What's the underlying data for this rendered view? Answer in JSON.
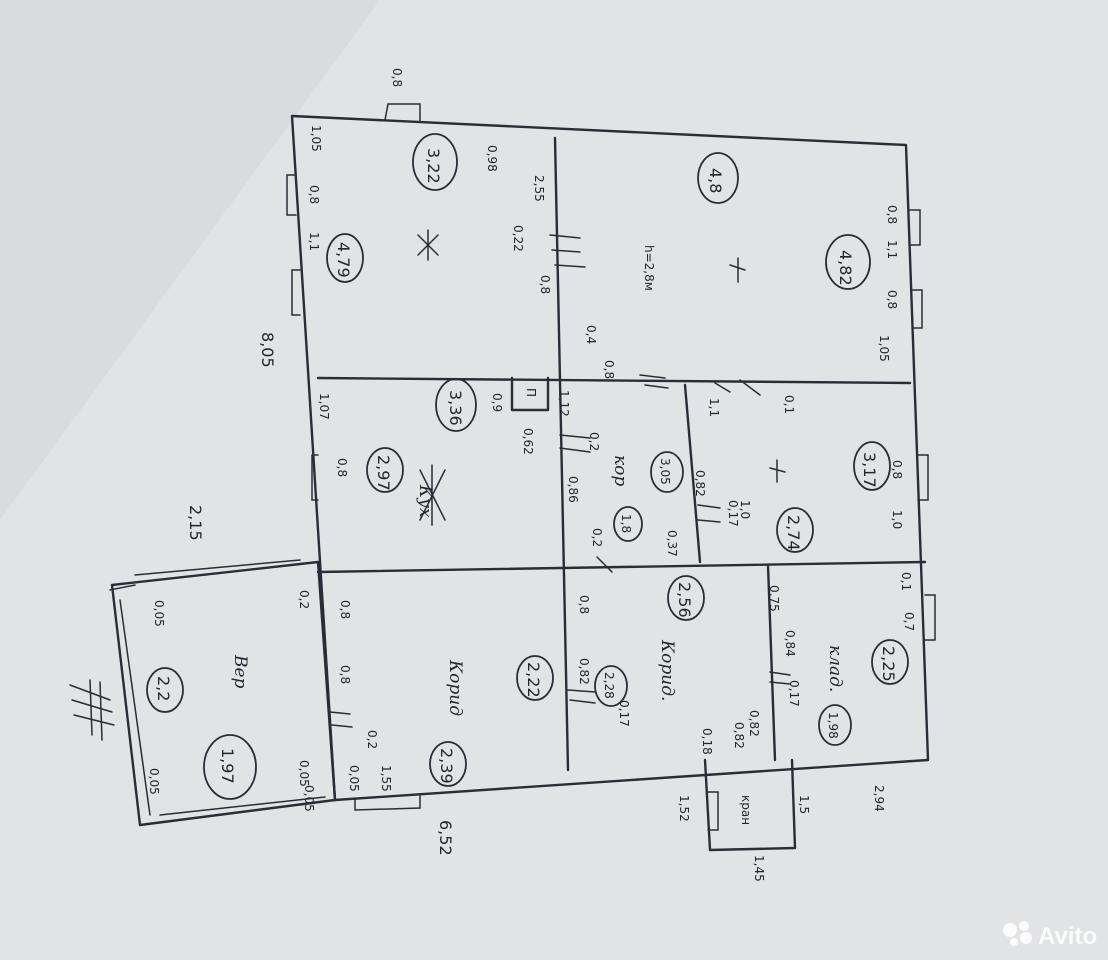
{
  "plan": {
    "dims": {
      "overall_length": "8,05",
      "veranda_width": "2,15",
      "right_width": "6,52",
      "right_tail": "2,94",
      "pantry_a": "1,52",
      "pantry_b": "1,5",
      "pantry_c": "1,45",
      "ceiling_height": "h=2,8м"
    },
    "areas": {
      "big_room_a": "4,8",
      "big_room_b": "4,82",
      "left_room_a": "3,22",
      "left_room_b": "4,79",
      "kitchen_a": "3,36",
      "kitchen_b": "2,97",
      "mid_room_a": "3,17",
      "mid_room_b": "2,74",
      "corridor_small_a": "3,05",
      "corridor_small_b": "1,8",
      "corridor_right_a": "2,56",
      "corridor_right_b": "2,28",
      "corridor_mid": "2,22",
      "corridor_left": "2,39",
      "pantry_room_a": "2,25",
      "pantry_room_b": "1,98",
      "veranda_a": "2,2",
      "veranda_b": "1,97"
    },
    "words": {
      "kitchen": "Кух",
      "corridor_left": "Корид",
      "corridor_right": "Корид.",
      "corridor_small": "кор",
      "pantry_room": "клад.",
      "veranda": "Вер",
      "pantry": "кран",
      "p_mark": "П"
    },
    "small_labels": {
      "s_08_a": "0,8",
      "s_105": "1,05",
      "s_098": "0,98",
      "s_08_b": "0,8",
      "s_11_a": "1,1",
      "s_255": "2,55",
      "s_022": "0,22",
      "s_08_c": "0,8",
      "s_08_d": "0,8",
      "s_11_b": "1,1",
      "s_08_e": "0,8",
      "s_105_b": "1,05",
      "s_01_a": "0,1",
      "s_11_c": "1,1",
      "s_04": "0,4",
      "s_08_f": "0,8",
      "s_107": "1,07",
      "s_08_g": "0,8",
      "s_09": "0,9",
      "s_112": "1,12",
      "s_062": "0,62",
      "s_02_a": "0,2",
      "s_086": "0,86",
      "s_082_a": "0,82",
      "s_017_a": "0,17",
      "s_10_a": "1,0",
      "s_08_h": "0,8",
      "s_10_b": "1,0",
      "s_037": "0,37",
      "s_02_b": "0,2",
      "s_01_b": "0,1",
      "s_07": "0,7",
      "s_075": "0,75",
      "s_084": "0,84",
      "s_017_b": "0,17",
      "s_082_b": "0,82",
      "s_018": "0,18",
      "s_082_c": "0,82",
      "s_08_i": "0,8",
      "s_082_d": "0,82",
      "s_017_c": "0,17",
      "s_08_j": "0,8",
      "s_08_k": "0,8",
      "s_02_c": "0,2",
      "s_155": "1,55",
      "s_02_d": "0,2",
      "s_005_a": "0,05",
      "s_005_b": "0,05",
      "s_005_c": "0,05",
      "s_005_d": "0,05",
      "s_005_e": "0,05"
    }
  },
  "watermark": {
    "brand": "Avito"
  }
}
